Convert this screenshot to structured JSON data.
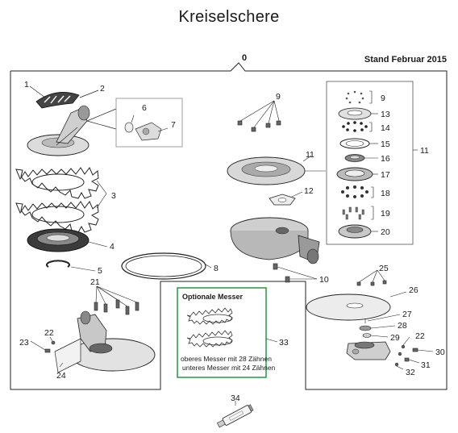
{
  "page": {
    "title": "Kreiselschere",
    "stand": "Stand Februar 2015"
  },
  "assembly": {
    "label": "0"
  },
  "callouts": {
    "c1": "1",
    "c2": "2",
    "c3": "3",
    "c4": "4",
    "c5": "5",
    "c6": "6",
    "c7": "7",
    "c8": "8",
    "c9": "9",
    "c10": "10",
    "c11": "11",
    "c12": "12",
    "c9b": "9",
    "c13": "13",
    "c14": "14",
    "c15": "15",
    "c16": "16",
    "c17": "17",
    "c18": "18",
    "c19": "19",
    "c20": "20",
    "c11b": "11",
    "c21": "21",
    "c22": "22",
    "c23": "23",
    "c24": "24",
    "c25": "25",
    "c26": "26",
    "c27": "27",
    "c28": "28",
    "c29": "29",
    "c22b": "22",
    "c30": "30",
    "c31": "31",
    "c32": "32",
    "c33": "33",
    "c34": "34"
  },
  "optional_box": {
    "title": "Optionale Messer",
    "line1": "oberes Messer mit 28 Zähnen",
    "line2": "unteres Messer mit 24 Zähnen",
    "accent": "#2e9e4f"
  }
}
